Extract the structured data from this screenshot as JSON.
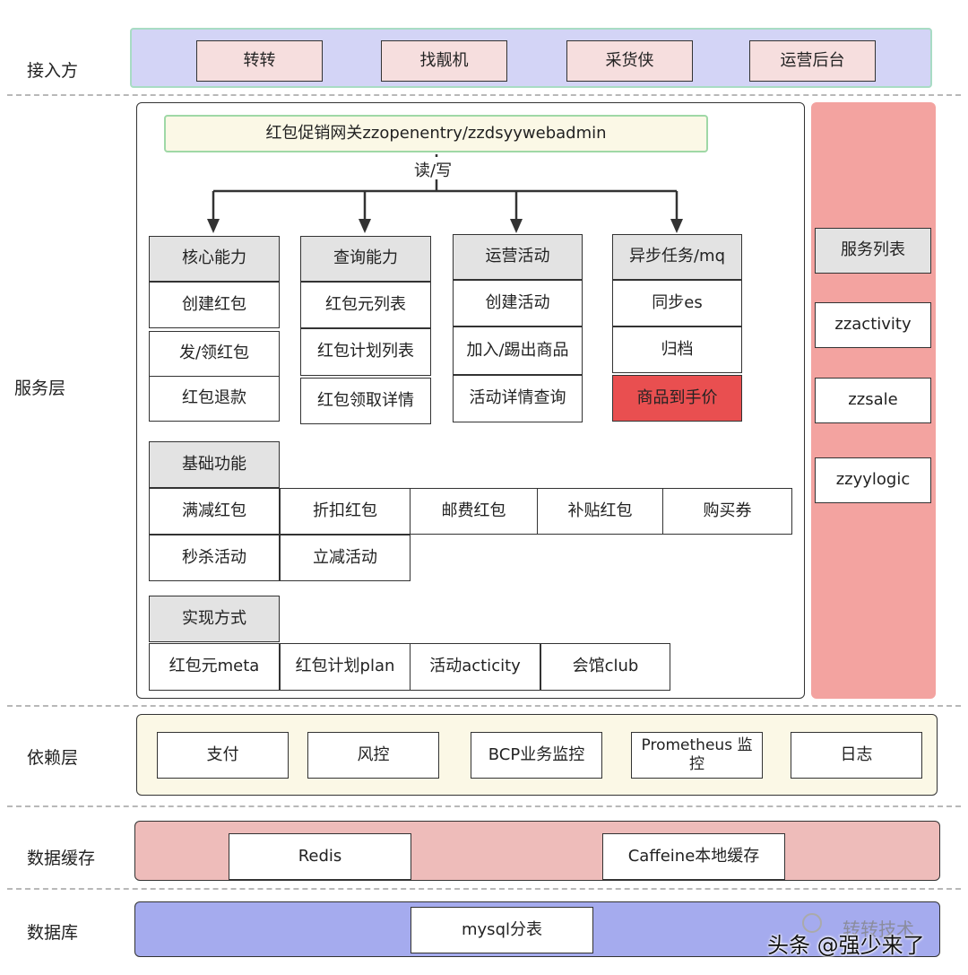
{
  "layers": {
    "access": "接入方",
    "service": "服务层",
    "dependency": "依赖层",
    "cache": "数据缓存",
    "database": "数据库"
  },
  "access_items": [
    "转转",
    "找靓机",
    "采货侠",
    "运营后台"
  ],
  "gateway": "红包促销网关zzopenentry/zzdsyywebadmin",
  "read_write": "读/写",
  "core": {
    "title": "核心能力",
    "items": [
      "创建红包",
      "发/领红包",
      "红包退款"
    ]
  },
  "query": {
    "title": "查询能力",
    "items": [
      "红包元列表",
      "红包计划列表",
      "红包领取详情"
    ]
  },
  "ops": {
    "title": "运营活动",
    "items": [
      "创建活动",
      "加入/踢出商品",
      "活动详情查询"
    ]
  },
  "async": {
    "title": "异步任务/mq",
    "items": [
      "同步es",
      "归档",
      "商品到手价"
    ]
  },
  "basic": {
    "title": "基础功能",
    "row1": [
      "满减红包",
      "折扣红包",
      "邮费红包",
      "补贴红包",
      "购买券"
    ],
    "row2": [
      "秒杀活动",
      "立减活动"
    ]
  },
  "impl": {
    "title": "实现方式",
    "items": [
      "红包元meta",
      "红包计划plan",
      "活动acticity",
      "会馆club"
    ]
  },
  "service_list": {
    "title": "服务列表",
    "items": [
      "zzactivity",
      "zzsale",
      "zzyylogic"
    ]
  },
  "dependency_items": [
    "支付",
    "风控",
    "BCP业务监控",
    "Prometheus 监控",
    "日志"
  ],
  "cache_items": [
    "Redis",
    "Caffeine本地缓存"
  ],
  "db_items": [
    "mysql分表"
  ],
  "watermark": {
    "source": "转转技术",
    "author": "头条 @强少来了"
  },
  "colors": {
    "access_bg": "#d3d4f6",
    "access_item": "#f6dede",
    "gateway_bg": "#fbf8e6",
    "service_list_bg": "#f3a3a0",
    "dependency_bg": "#fbf8e6",
    "cache_bg": "#eebcba",
    "db_bg": "#a5abee",
    "highlight": "#e94f50"
  }
}
